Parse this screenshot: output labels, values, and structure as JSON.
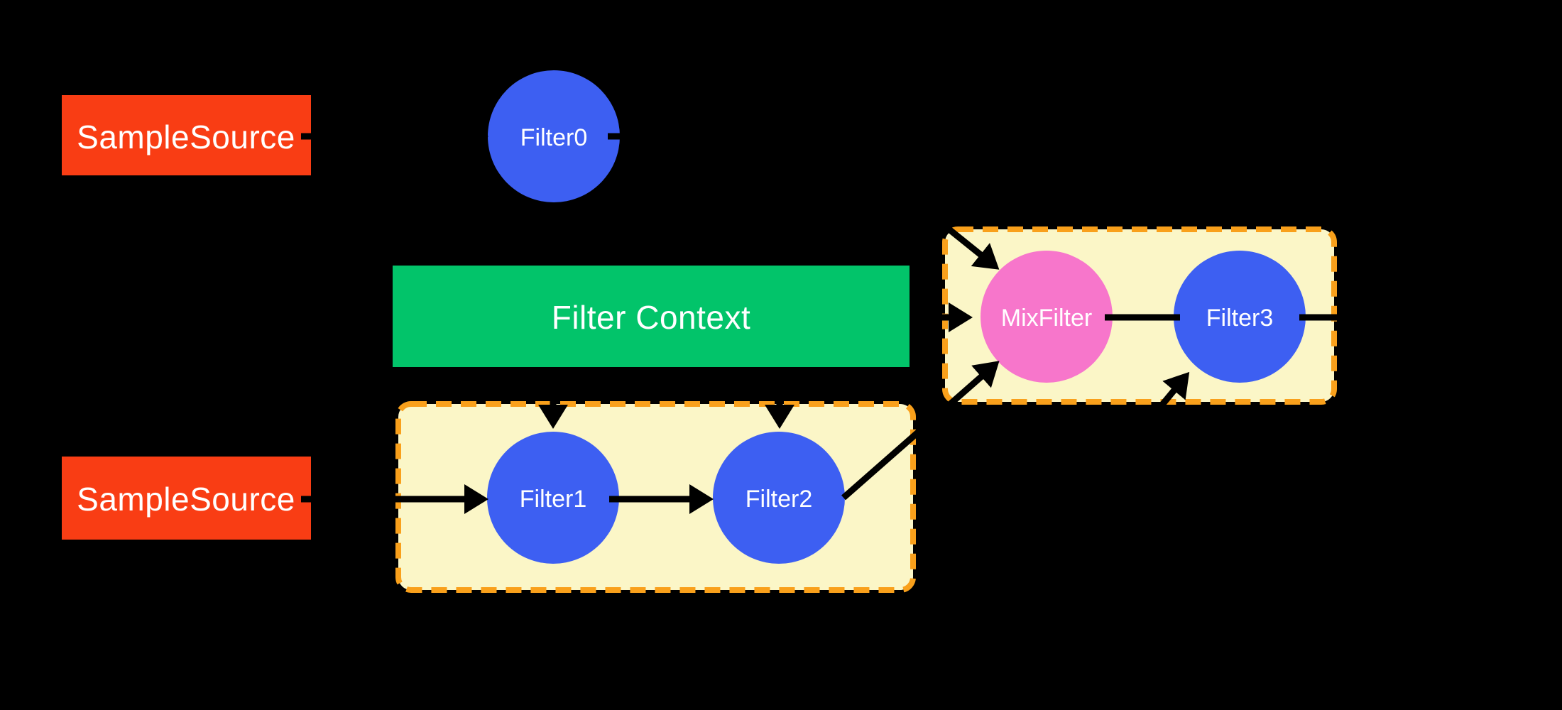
{
  "diagram": {
    "sources": {
      "top_label": "SampleSource",
      "bottom_label": "SampleSource"
    },
    "context": {
      "label": "Filter Context"
    },
    "nodes": {
      "filter0": "Filter0",
      "filter1": "Filter1",
      "filter2": "Filter2",
      "filter3": "Filter3",
      "mix": "MixFilter"
    }
  },
  "colors": {
    "background": "#000000",
    "source_red": "#f93d14",
    "context_green": "#02c46a",
    "node_blue": "#3d5ff2",
    "node_pink": "#f776cb",
    "group_fill": "#fbf6c7",
    "group_border": "#f9a01b",
    "arrow_black": "#000000",
    "label_white": "#ffffff"
  }
}
